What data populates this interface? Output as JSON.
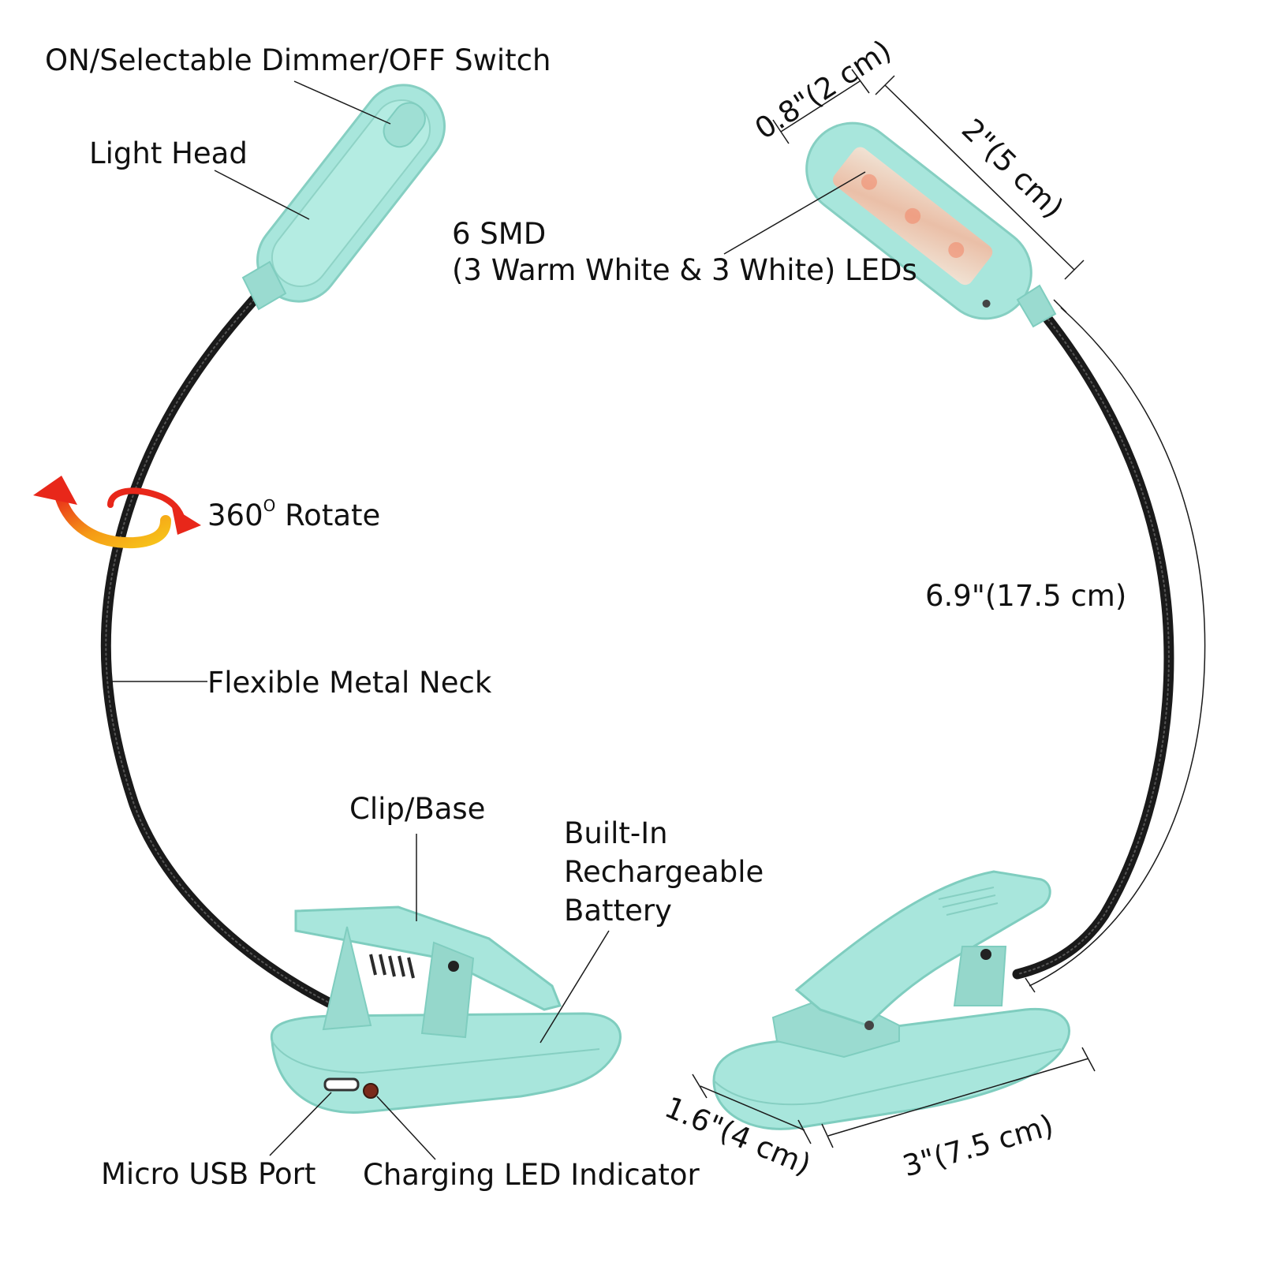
{
  "labels": {
    "switch": "ON/Selectable Dimmer/OFF Switch",
    "light_head": "Light Head",
    "smd_line1": "6 SMD",
    "smd_line2": "(3 Warm White & 3 White) LEDs",
    "rotate": "360",
    "rotate_suffix": "Rotate",
    "neck": "Flexible Metal Neck",
    "clip_base": "Clip/Base",
    "battery_line1": "Built-In",
    "battery_line2": "Rechargeable",
    "battery_line3": "Battery",
    "usb": "Micro USB Port",
    "charging": "Charging LED Indicator"
  },
  "dimensions": {
    "head_width": "0.8\"(2 cm)",
    "head_length": "2\"(5 cm)",
    "neck_length": "6.9\"(17.5 cm)",
    "base_width": "1.6\"(4 cm)",
    "base_length": "3\"(7.5 cm)"
  },
  "colors": {
    "mint": "#a8e6dc",
    "mint_dark": "#7fcdbf",
    "neck": "#1a1a1a",
    "led_warm": "#f4a48a",
    "arrow_red": "#e8271a",
    "arrow_yellow": "#f7c51a"
  },
  "icons": [
    "rotate-arrow-icon"
  ]
}
